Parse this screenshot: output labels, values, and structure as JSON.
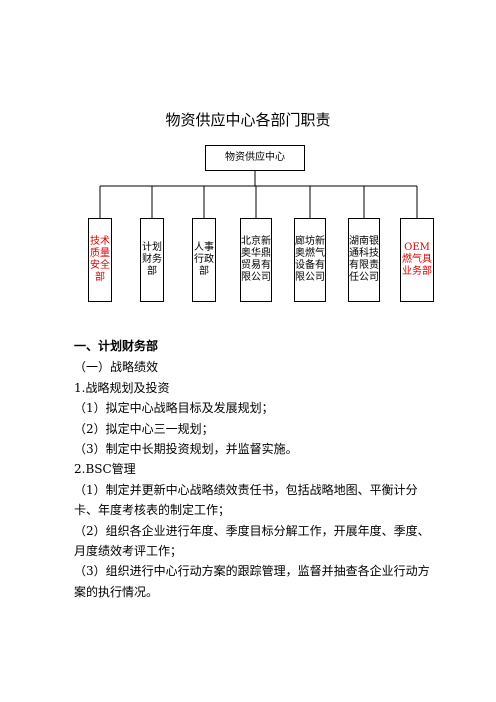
{
  "title": "物资供应中心各部门职责",
  "org_chart": {
    "root": "物资供应中心",
    "departments": [
      {
        "label": "技术质量安全部",
        "color": "#e00000"
      },
      {
        "label": "计划财务部",
        "color": "#000000"
      },
      {
        "label": "人事行政部",
        "color": "#000000"
      },
      {
        "label": "北京新奥华鼎贸易有限公司",
        "color": "#000000"
      },
      {
        "label": "廊坊新奥燃气设备有限公司",
        "color": "#000000"
      },
      {
        "label": "湖南银通科技有限责任公司",
        "color": "#000000"
      },
      {
        "label": "OEM燃气具业务部",
        "color": "#e00000"
      }
    ]
  },
  "section": {
    "heading": "一、计划财务部",
    "sub_heading": "（一）战略绩效",
    "item1_title": "1.战略规划及投资",
    "item1_lines": [
      "（1）拟定中心战略目标及发展规划；",
      "（2）拟定中心三一规划；",
      "（3）制定中长期投资规划，并监督实施。"
    ],
    "item2_title": "2.BSC管理",
    "item2_lines": [
      "（1）制定并更新中心战略绩效责任书，包括战略地图、平衡计分卡、年度考核表的制定工作；",
      "（2）组织各企业进行年度、季度目标分解工作，开展年度、季度、月度绩效考评工作；",
      "（3）组织进行中心行动方案的跟踪管理，监督并抽查各企业行动方案的执行情况。"
    ]
  }
}
